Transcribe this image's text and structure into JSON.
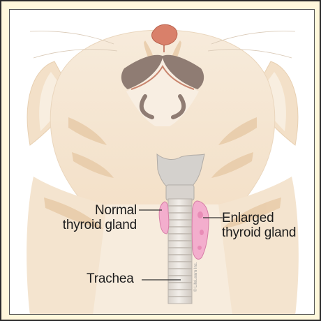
{
  "labels": {
    "normal_line1": "Normal",
    "normal_line2": "thyroid gland",
    "enlarged_line1": "Enlarged",
    "enlarged_line2": "thyroid gland",
    "trachea": "Trachea"
  },
  "credit": "© LifeLearn Inc.",
  "colors": {
    "frame_bg": "#fff8dc",
    "fur": "#f6e8d6",
    "fur_shadow": "#ead2b6",
    "stripe": "#e3c09c",
    "nose": "#d9806a",
    "mouth_dark": "#8f7c73",
    "larynx": "#d4d1cd",
    "trachea": "#e6e1dc",
    "trachea_ring": "#c8c2bc",
    "thyroid": "#f3aecd",
    "thyroid_edge": "#d77ea7",
    "leader_line": "#333333"
  }
}
